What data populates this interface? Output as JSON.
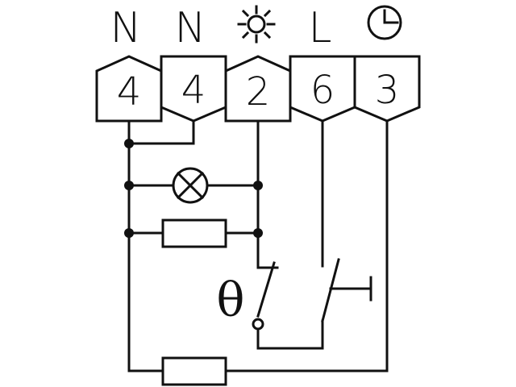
{
  "labels": {
    "neutral_1": "N",
    "neutral_2": "N",
    "line": "L",
    "theta": "θ"
  },
  "terminals": {
    "t1": "4",
    "t2": "4",
    "t3": "2",
    "t4": "6",
    "t5": "3"
  },
  "icons": {
    "light": "sun-icon",
    "timer": "clock-icon",
    "lamp": "lamp-icon"
  },
  "colors": {
    "stroke": "#111111",
    "background": "#ffffff"
  }
}
